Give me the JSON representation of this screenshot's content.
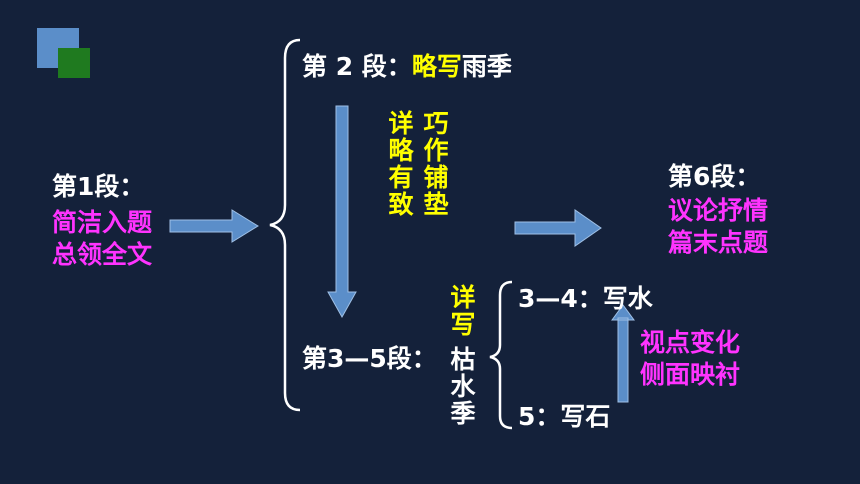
{
  "para1": {
    "heading": "第1段：",
    "lines": [
      "简洁入题",
      "总领全文"
    ]
  },
  "para2": {
    "prefix": "第 2 段：",
    "highlight": "略写",
    "suffix": "雨季"
  },
  "middle_notes": {
    "col1": "详略有致",
    "col2": "巧作铺垫"
  },
  "para35": {
    "label": "第3—5段：",
    "highlight": "详写",
    "rest": "枯水季"
  },
  "sub": {
    "top": "3—4：写水",
    "bottom": "5：写石"
  },
  "technique": [
    "视点变化",
    "侧面映衬"
  ],
  "para6": {
    "heading": "第6段：",
    "lines": [
      "议论抒情",
      "篇末点题"
    ]
  },
  "colors": {
    "background": "#14213a",
    "white": "#ffffff",
    "yellow": "#ffff00",
    "magenta": "#ff33ff",
    "arrow": "#5b8ec9"
  }
}
